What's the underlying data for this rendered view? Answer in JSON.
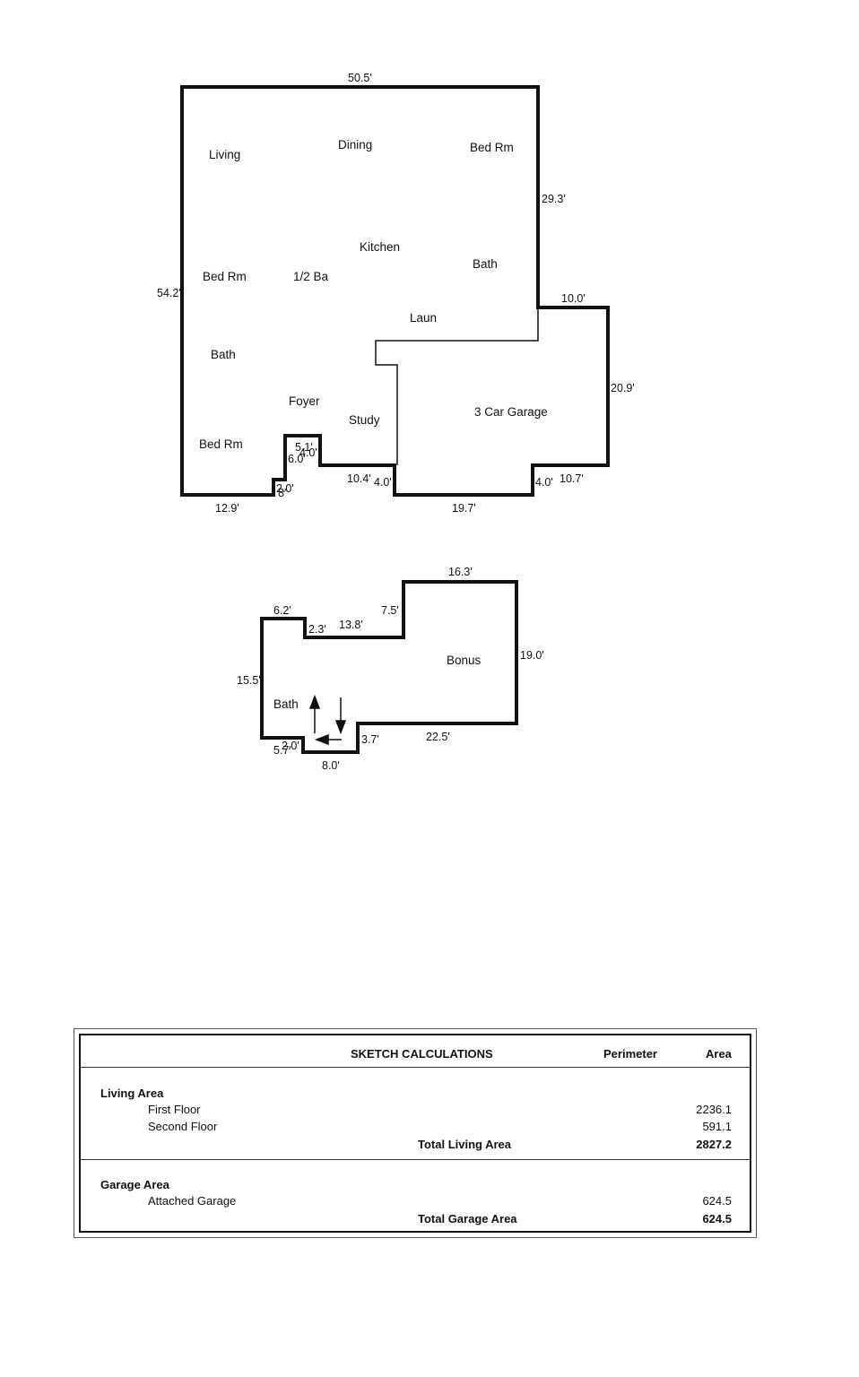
{
  "first_floor": {
    "rooms": {
      "living": "Living",
      "dining": "Dining",
      "bed_rm_top_right": "Bed Rm",
      "kitchen": "Kitchen",
      "bath_right": "Bath",
      "bed_rm_left": "Bed Rm",
      "half_bath": "1/2 Ba",
      "laun": "Laun",
      "bath_left": "Bath",
      "foyer": "Foyer",
      "study": "Study",
      "garage": "3 Car Garage",
      "bed_rm_bottom": "Bed Rm"
    },
    "dimensions": {
      "top": "50.5'",
      "right_upper": "29.3'",
      "left": "54.2'",
      "garage_top": "10.0'",
      "garage_right": "20.9'",
      "foyer_5": "5.1'",
      "foyer_4": "4.0'",
      "foyer_6": "6.0'",
      "study_bottom": "10.4'",
      "study_right": "4.0'",
      "garage_step": "4.0'",
      "garage_bottom_right": "10.7'",
      "step_2": "2.0'",
      "step_small": "8'",
      "bottom_left": "12.9'",
      "garage_bottom": "19.7'"
    }
  },
  "second_floor": {
    "rooms": {
      "bonus": "Bonus",
      "bath": "Bath"
    },
    "dimensions": {
      "top": "16.3'",
      "left_top": "6.2'",
      "step_7": "7.5'",
      "notch_2": "2.3'",
      "top_mid": "13.8'",
      "right": "19.0'",
      "left": "15.5'",
      "bottom_step": "3.7'",
      "bottom_right": "22.5'",
      "bottom_small_2": "2.0'",
      "bottom_small_5": "5.7'",
      "bottom": "8.0'"
    }
  },
  "calculations": {
    "title": "SKETCH CALCULATIONS",
    "col_perimeter": "Perimeter",
    "col_area": "Area",
    "living_area": {
      "heading": "Living Area",
      "rows": [
        {
          "label": "First Floor",
          "area": "2236.1"
        },
        {
          "label": "Second Floor",
          "area": "591.1"
        }
      ],
      "total_label": "Total Living Area",
      "total_area": "2827.2"
    },
    "garage_area": {
      "heading": "Garage Area",
      "rows": [
        {
          "label": "Attached Garage",
          "area": "624.5"
        }
      ],
      "total_label": "Total Garage Area",
      "total_area": "624.5"
    }
  }
}
